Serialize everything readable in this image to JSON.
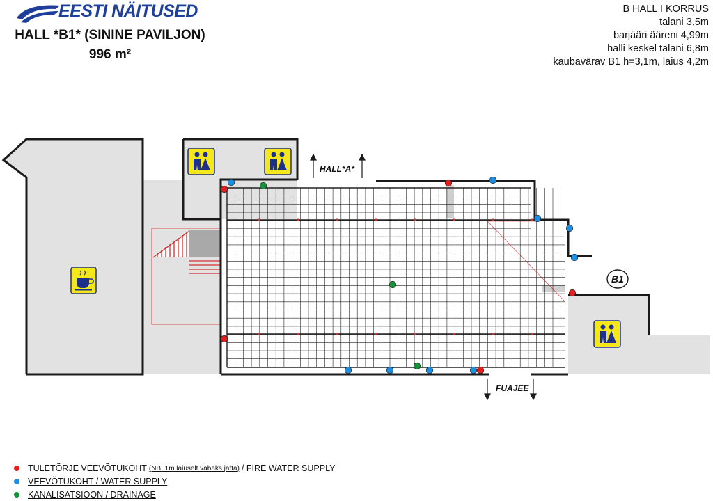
{
  "header": {
    "logo_text": "EESTI NÄITUSED",
    "hall_title": "HALL *B1* (SININE PAVILJON)",
    "hall_area": "996 m²"
  },
  "info": {
    "lines": [
      "B HALL I KORRUS",
      "talani 3,5m",
      "barjääri ääreni 4,99m",
      "halli keskel talani 6,8m",
      "kaubavärav B1 h=3,1m, laius 4,2m"
    ]
  },
  "plan": {
    "labels": {
      "hall_a": "HALL*A*",
      "fuajee": "FUAJEE",
      "b1": "B1"
    },
    "colors": {
      "wall": "#1a1a1a",
      "floor": "#e2e2e2",
      "grid": "#222222",
      "fire": "#e0201e",
      "water": "#1f8ee0",
      "drainage": "#16933a",
      "icon_bg": "#f5e81a",
      "icon_fg": "#1f2f8c",
      "stairs": "#d43030"
    },
    "icons": [
      "wc-icon",
      "wc-icon",
      "wc-icon",
      "cafe-icon"
    ]
  },
  "legend": {
    "fire": {
      "main": "TULETÕRJE VEEVÕTUKOHT",
      "note": "(NB! 1m laiuselt vabaks jätta)",
      "en": "/ FIRE WATER SUPPLY"
    },
    "water": {
      "main": "VEEVÕTUKOHT / WATER SUPPLY"
    },
    "drainage": {
      "main": "KANALISATSIOON / DRAINAGE"
    }
  }
}
